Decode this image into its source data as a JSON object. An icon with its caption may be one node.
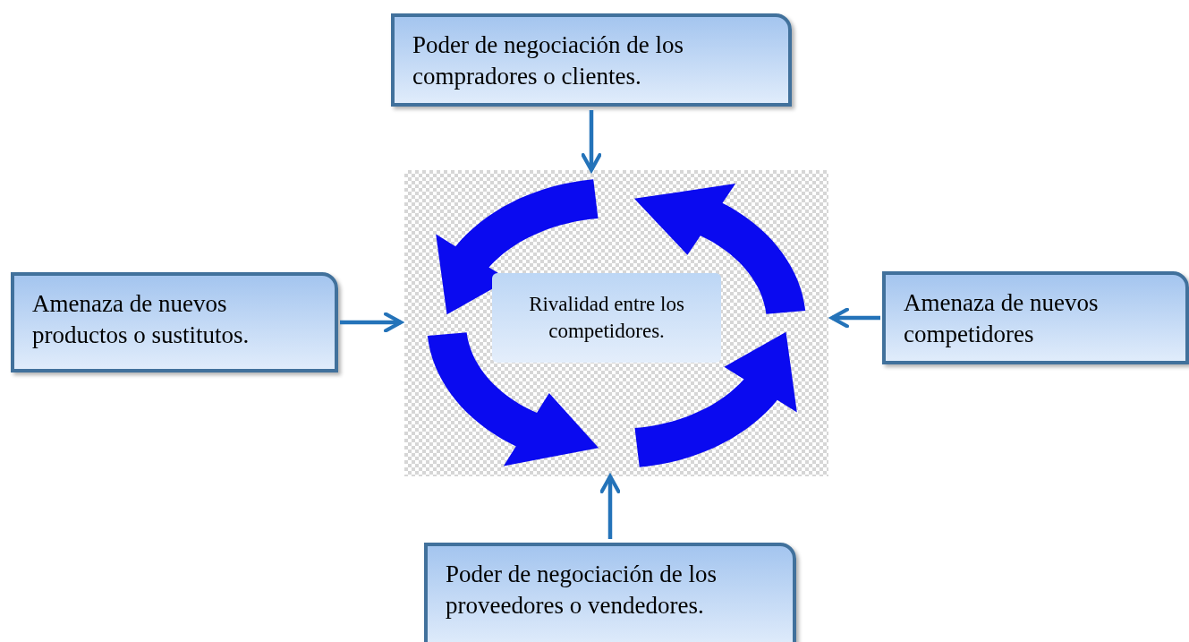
{
  "diagram": {
    "nodes": [
      {
        "text": [
          "Poder de negociación de los compradores o clientes."
        ]
      },
      {
        "text": [
          "Amenaza de nuevos productos o sustitutos."
        ]
      },
      {
        "text": [],
        "shape": "picture"
      },
      {
        "text": [
          "Rivalidad entre los competidores."
        ],
        "in": 2
      },
      {
        "text": [
          "Amenaza de nuevos competidores"
        ]
      },
      {
        "text": [
          "Poder de negociación de los proveedores o vendedores."
        ]
      }
    ],
    "edges": [
      {
        "from": 0,
        "to": 2,
        "arrow": "to"
      },
      {
        "from": 1,
        "to": 2,
        "arrow": "to"
      },
      {
        "from": 4,
        "to": 2,
        "arrow": "to"
      },
      {
        "from": 5,
        "to": 2,
        "arrow": "to"
      }
    ]
  }
}
